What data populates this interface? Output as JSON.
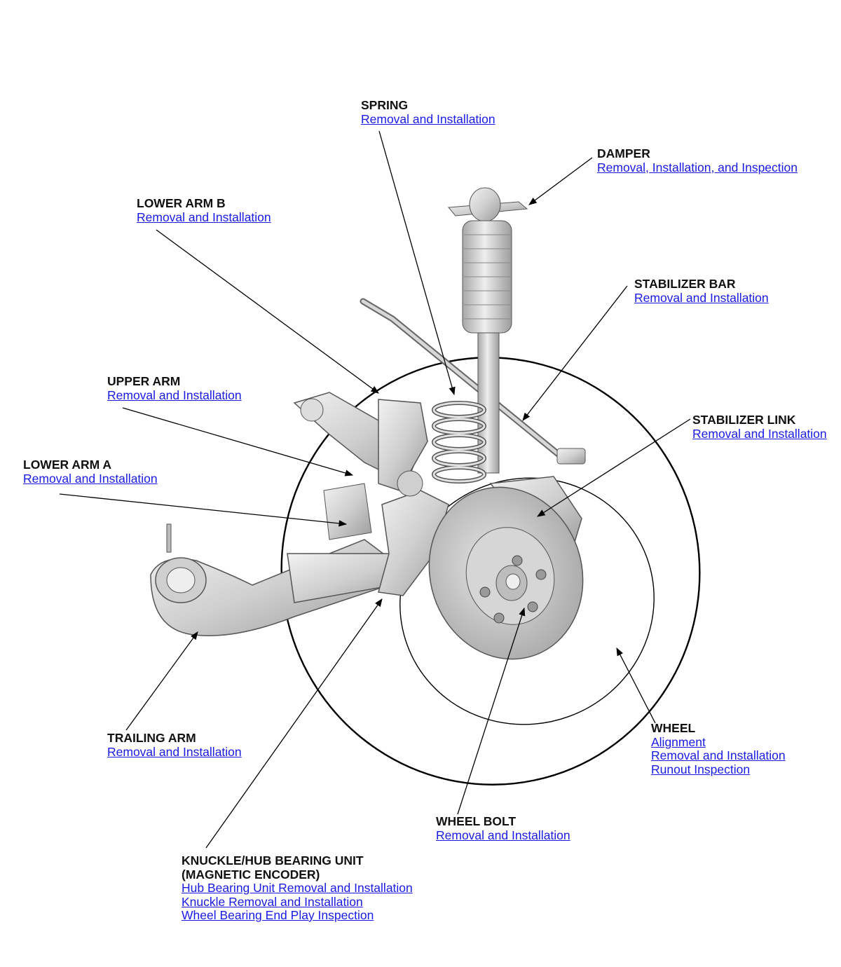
{
  "components": [
    {
      "id": "spring",
      "title": [
        "SPRING"
      ],
      "links": [
        "Removal and Installation"
      ]
    },
    {
      "id": "damper",
      "title": [
        "DAMPER"
      ],
      "links": [
        "Removal, Installation, and Inspection"
      ]
    },
    {
      "id": "lower-arm-b",
      "title": [
        "LOWER ARM B"
      ],
      "links": [
        "Removal and Installation"
      ]
    },
    {
      "id": "stabilizer-bar",
      "title": [
        "STABILIZER BAR"
      ],
      "links": [
        "Removal and Installation"
      ]
    },
    {
      "id": "upper-arm",
      "title": [
        "UPPER ARM"
      ],
      "links": [
        "Removal and Installation"
      ]
    },
    {
      "id": "stabilizer-link",
      "title": [
        "STABILIZER LINK"
      ],
      "links": [
        "Removal and Installation"
      ]
    },
    {
      "id": "lower-arm-a",
      "title": [
        "LOWER ARM A"
      ],
      "links": [
        "Removal and Installation"
      ]
    },
    {
      "id": "trailing-arm",
      "title": [
        "TRAILING ARM"
      ],
      "links": [
        "Removal and Installation"
      ]
    },
    {
      "id": "wheel",
      "title": [
        "WHEEL"
      ],
      "links": [
        "Alignment",
        "Removal and Installation",
        "Runout Inspection"
      ]
    },
    {
      "id": "wheel-bolt",
      "title": [
        "WHEEL BOLT"
      ],
      "links": [
        "Removal and Installation"
      ]
    },
    {
      "id": "knuckle-hub",
      "title": [
        "KNUCKLE/HUB BEARING UNIT",
        "(MAGNETIC ENCODER)"
      ],
      "links": [
        "Hub Bearing Unit Removal and Installation",
        "Knuckle Removal and Installation",
        "Wheel Bearing End Play Inspection"
      ]
    }
  ],
  "colors": {
    "link": "#1a1ae6",
    "title": "#111111",
    "leader": "#000000",
    "part_fill": "#d9d9d9",
    "part_stroke": "#555555"
  }
}
